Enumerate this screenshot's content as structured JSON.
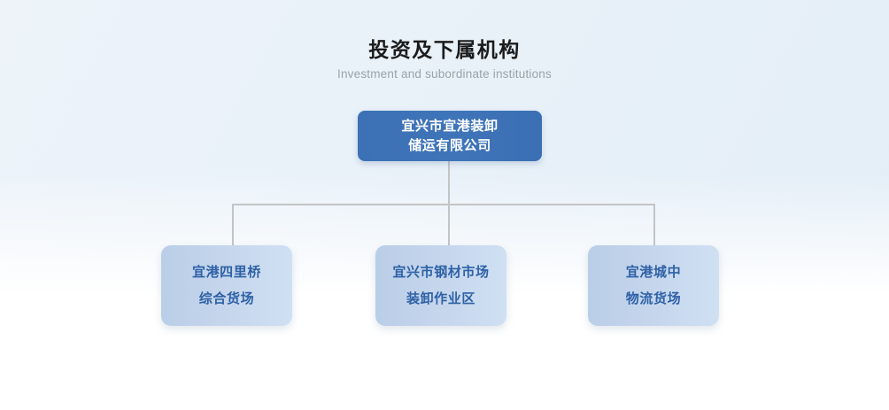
{
  "header": {
    "title": "投资及下属机构",
    "subtitle": "Investment and subordinate institutions"
  },
  "org_chart": {
    "root": {
      "line1": "宜兴市宜港装卸",
      "line2": "储运有限公司",
      "bg_color": "#3d72b8",
      "text_color": "#ffffff"
    },
    "children": [
      {
        "line1": "宜港四里桥",
        "line2": "综合货场",
        "bg_color": "#c4d5ec",
        "text_color": "#2e61a6"
      },
      {
        "line1": "宜兴市钢材市场",
        "line2": "装卸作业区",
        "bg_color": "#c4d5ec",
        "text_color": "#2e61a6"
      },
      {
        "line1": "宜港城中",
        "line2": "物流货场",
        "bg_color": "#c4d5ec",
        "text_color": "#2e61a6"
      }
    ],
    "connector_color": "#c2c4c6"
  },
  "theme": {
    "background_top_left": "#edf3f9",
    "background_top_right": "#e3eef7",
    "background_bottom": "#ffffff",
    "title_color": "#1b1b1b",
    "subtitle_color": "#9aa2ab"
  }
}
